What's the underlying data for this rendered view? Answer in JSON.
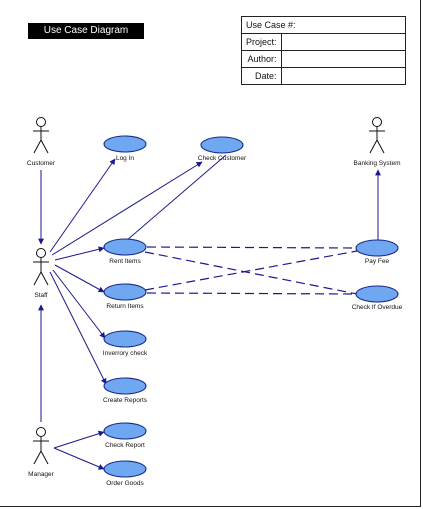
{
  "header": {
    "title": "Use Case Diagram",
    "use_case_label": "Use Case #:",
    "project_label": "Project:",
    "author_label": "Author:",
    "date_label": "Date:"
  },
  "colors": {
    "use_case_fill": "#6fa8f0",
    "use_case_stroke": "#1a2a8a",
    "association": "#1a1a8c"
  },
  "actors": {
    "customer": "Customer",
    "staff": "Staff",
    "manager": "Manager",
    "banking": "Banking System"
  },
  "use_cases": {
    "login": "Log In",
    "check_customer": "Check Customer",
    "rent_items": "Rent Items",
    "return_items": "Return Items",
    "inventory_check": "Inverrory check",
    "create_reports": "Create Reports",
    "check_report": "Check Report",
    "order_goods": "Order Goods",
    "pay_fee": "Pay Fee",
    "check_overdue": "Check If Overdue"
  }
}
